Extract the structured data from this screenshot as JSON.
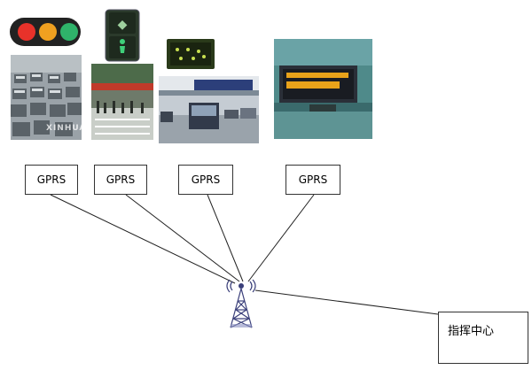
{
  "gprs_nodes": [
    {
      "label": "GPRS"
    },
    {
      "label": "GPRS"
    },
    {
      "label": "GPRS"
    },
    {
      "label": "GPRS"
    }
  ],
  "command_center": {
    "label": "指挥中心"
  },
  "photo_watermark": "XINHUA",
  "colors": {
    "line": "#222222",
    "tower": "#3a3f7a",
    "box_border": "#333333",
    "signal_red": "#e8322a",
    "signal_amber": "#f0a020",
    "signal_green": "#2fb36a",
    "led_text": "#e8a21a"
  },
  "icons": [
    "traffic-light-icon",
    "pedestrian-signal-icon",
    "led-signal-panel-icon",
    "radio-tower-icon"
  ]
}
